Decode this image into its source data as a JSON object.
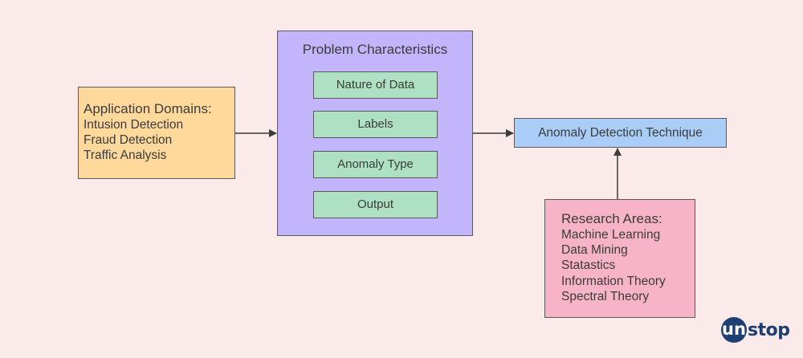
{
  "domains": {
    "heading": "Application Domains:",
    "items": [
      "Intusion Detection",
      "Fraud Detection",
      "Traffic Analysis"
    ]
  },
  "problem": {
    "title": "Problem Characteristics",
    "items": [
      "Nature of Data",
      "Labels",
      "Anomaly Type",
      "Output"
    ]
  },
  "technique": {
    "label": "Anomaly Detection Technique"
  },
  "research": {
    "heading": "Research Areas:",
    "items": [
      "Machine Learning",
      "Data Mining",
      "Statastics",
      "Information Theory",
      "Spectral Theory"
    ]
  },
  "logo": {
    "initial": "un",
    "rest": "stop"
  },
  "colors": {
    "background": "#fbeaea",
    "domains": "#ffd99b",
    "problem": "#c2b5fb",
    "problem_item": "#aee0c3",
    "technique": "#a9cdf6",
    "research": "#f7b4c9",
    "logo": "#1f3f73"
  }
}
